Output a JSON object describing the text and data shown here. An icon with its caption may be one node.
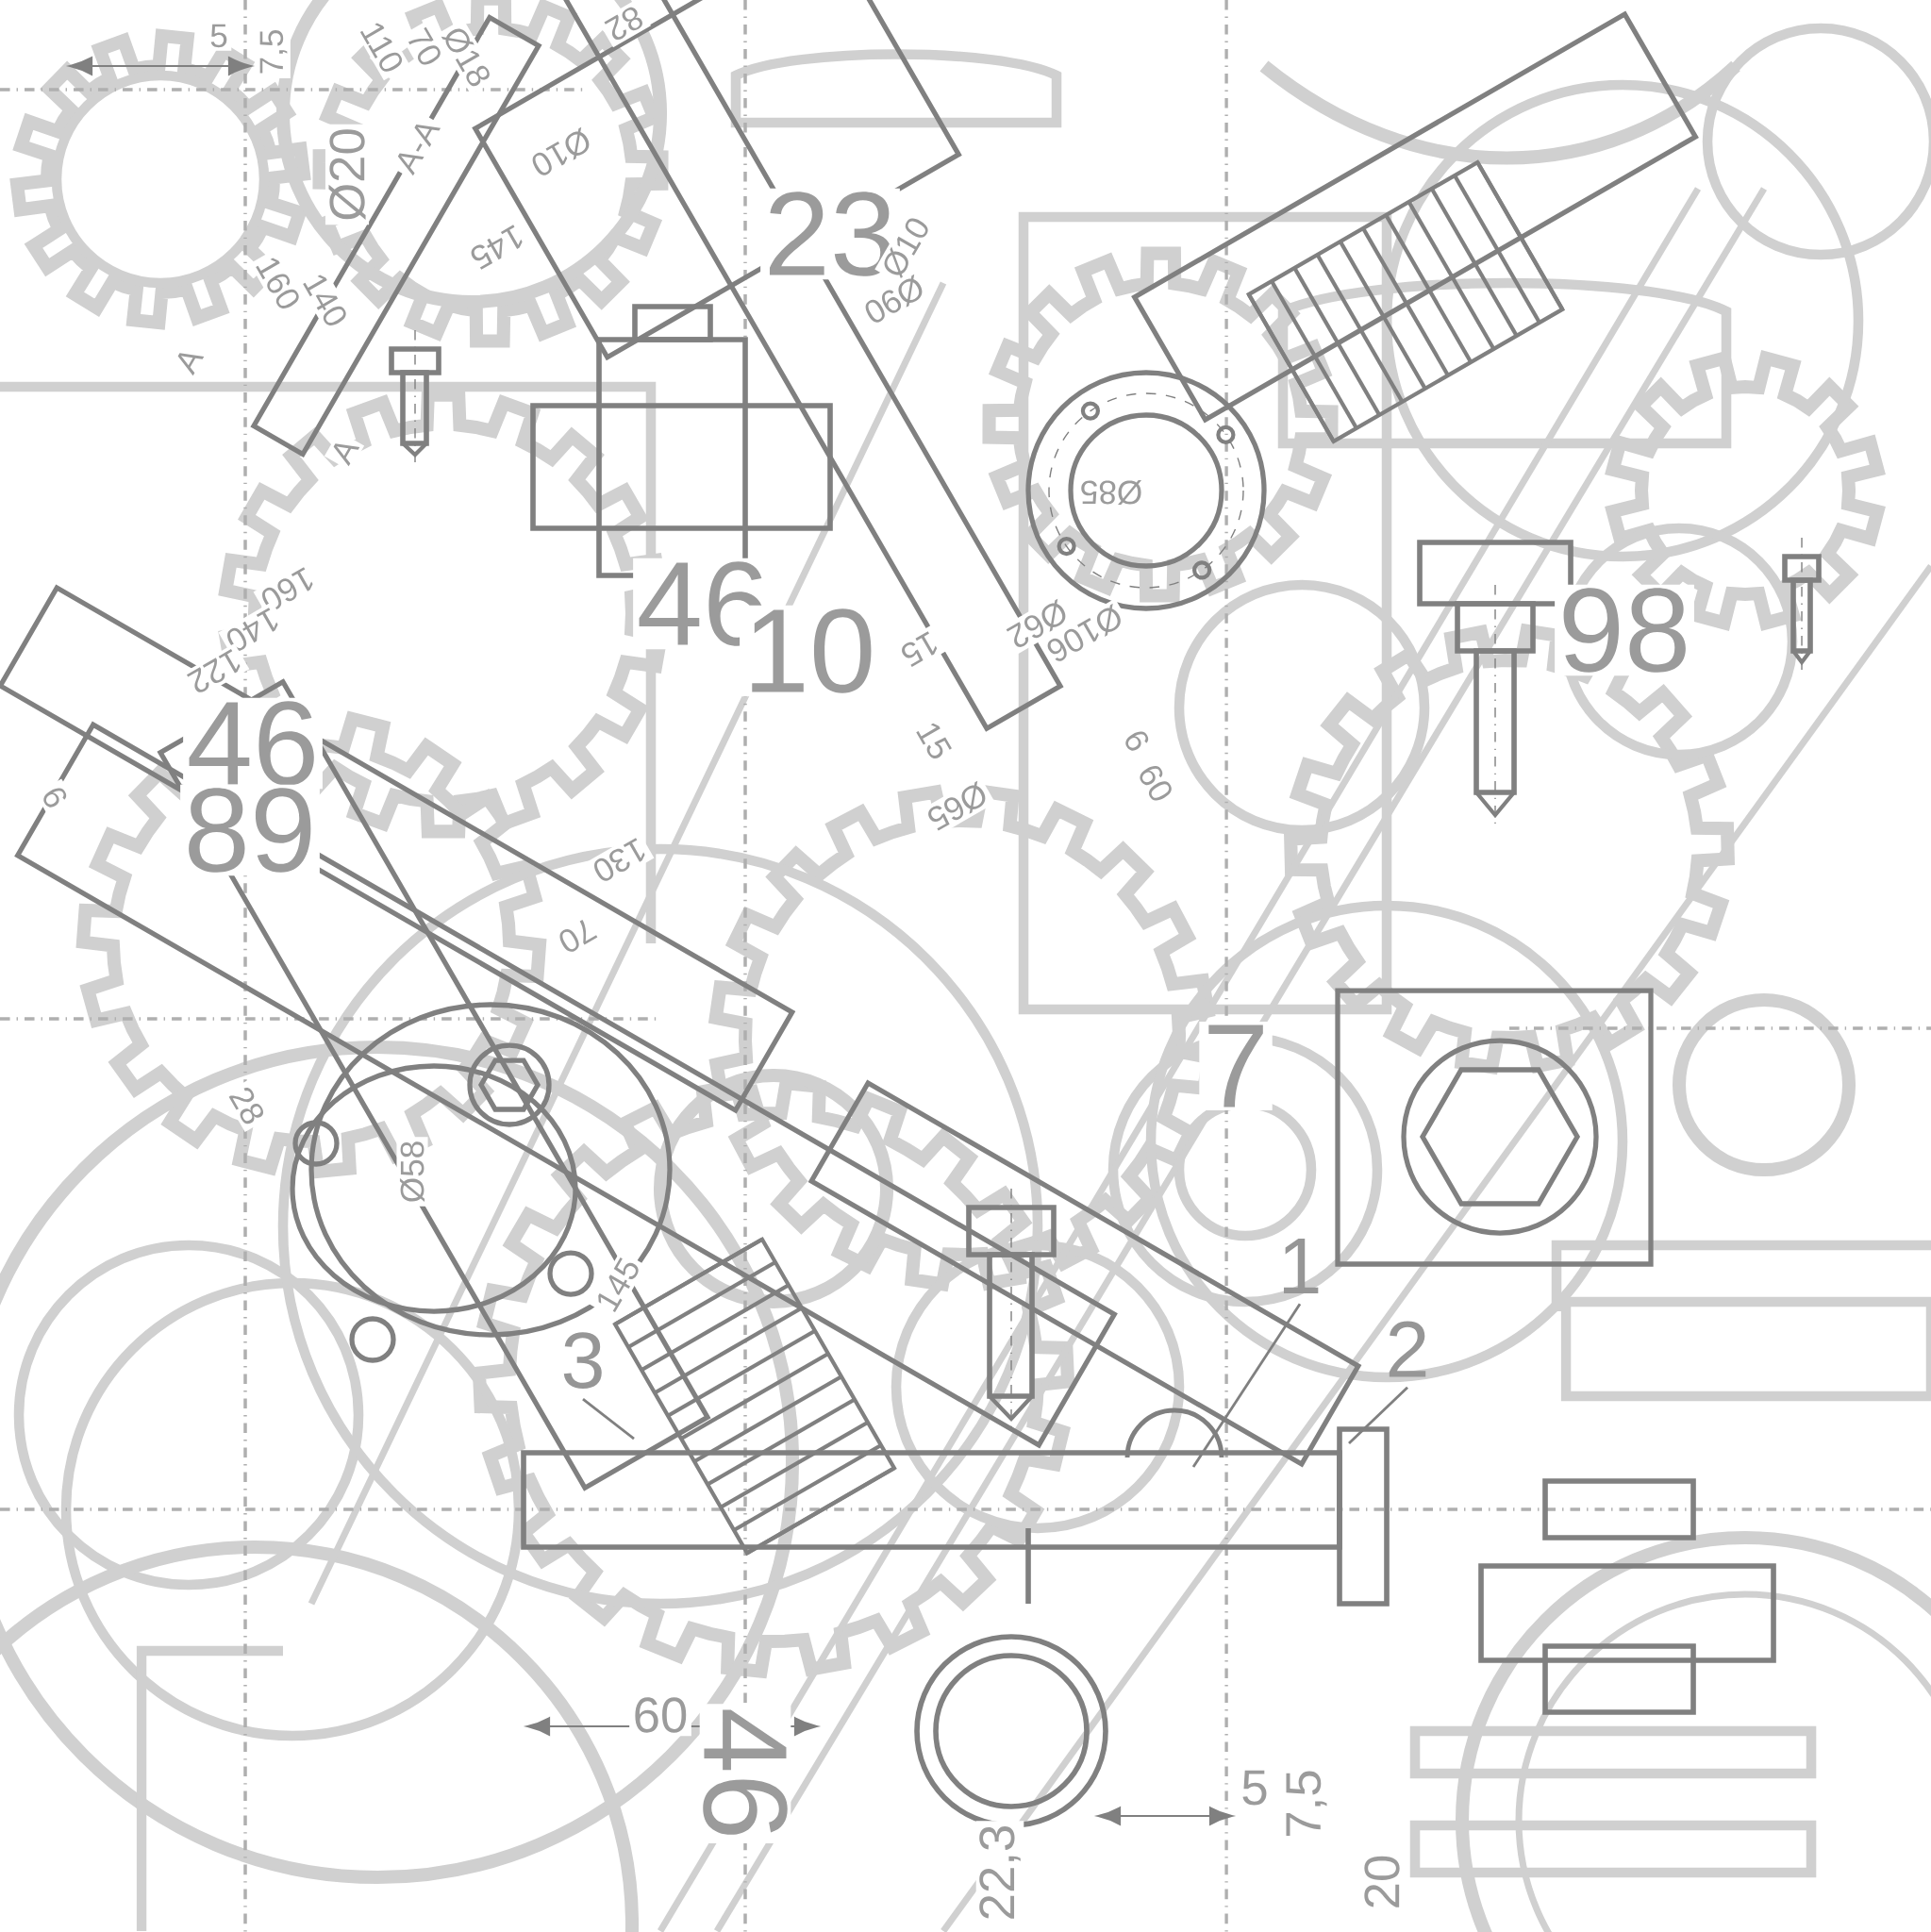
{
  "diagram": {
    "nodes": [
      {
        "text": [
          "1"
        ]
      },
      {
        "text": [
          "2"
        ]
      },
      {
        "text": [
          "3"
        ]
      }
    ],
    "edges": [
      {
        "from": 0,
        "to": null,
        "arrow": "none"
      },
      {
        "from": 1,
        "to": null,
        "arrow": "none"
      },
      {
        "from": 2,
        "to": null,
        "arrow": "none"
      }
    ],
    "labels": [
      "5",
      "7,5",
      "110",
      "70",
      "Ø18",
      "82",
      "A-A",
      "Ø20",
      "Ø10",
      "145",
      "160",
      "140",
      "A",
      "A",
      "23",
      "Ø10",
      "Ø90",
      "Ø85",
      "46",
      "10",
      "Ø62",
      "Ø106",
      "15",
      "98",
      "160",
      "140",
      "122",
      "46",
      "6",
      "89",
      "130",
      "70",
      "15",
      "6",
      "60",
      "Ø65",
      "7",
      "28",
      "Ø58",
      "145",
      "60",
      "46",
      "5",
      "7,5",
      "22,3",
      "20"
    ]
  }
}
